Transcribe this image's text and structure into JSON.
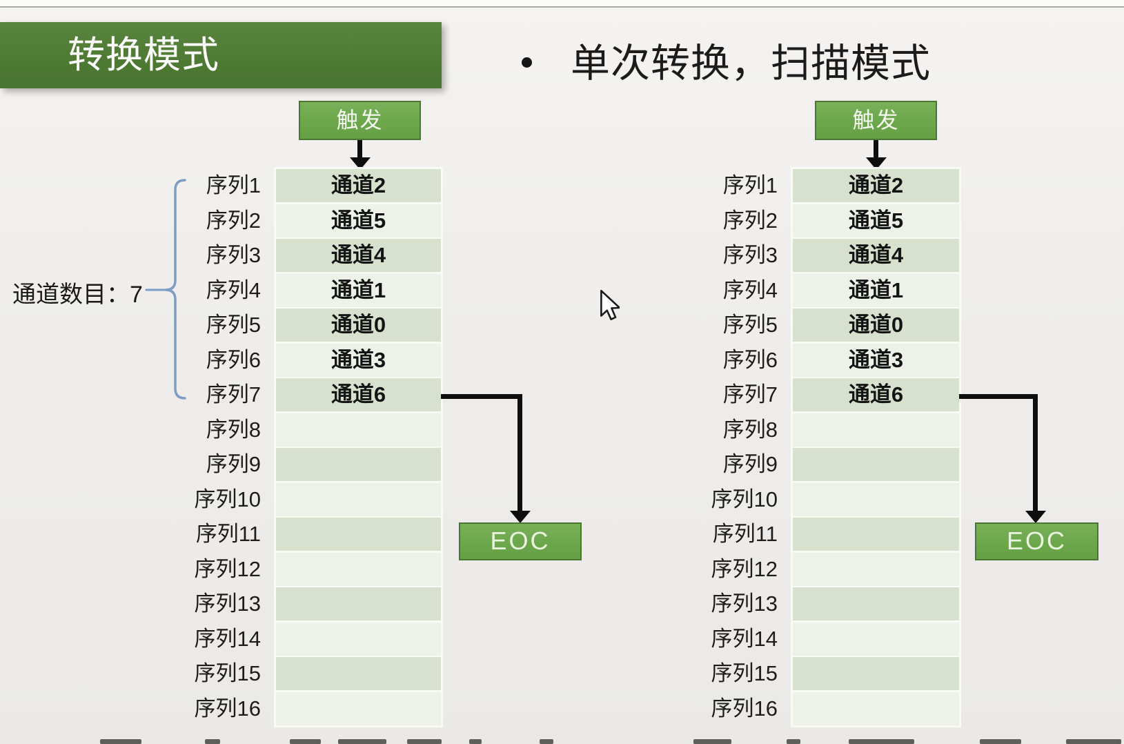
{
  "title": {
    "text": "转换模式"
  },
  "bullet": {
    "text": "单次转换，扫描模式"
  },
  "diagram": {
    "trigger_label": "触发",
    "eoc_label": "EOC",
    "sequence_labels": [
      "序列1",
      "序列2",
      "序列3",
      "序列4",
      "序列5",
      "序列6",
      "序列7",
      "序列8",
      "序列9",
      "序列10",
      "序列11",
      "序列12",
      "序列13",
      "序列14",
      "序列15",
      "序列16"
    ],
    "channels": [
      "通道2",
      "通道5",
      "通道4",
      "通道1",
      "通道0",
      "通道3",
      "通道6"
    ],
    "channel_count": 7
  },
  "annotation": {
    "text": "通道数目：7"
  },
  "icons": {
    "trigger_flow_arrow": "down-arrow-icon",
    "eoc_flow_arrow": "elbow-arrow-icon",
    "brace": "curly-brace-icon",
    "cursor": "mouse-pointer-icon"
  },
  "colors": {
    "banner_green": "#4e7a33",
    "button_green": "#6ca74c",
    "button_border_green": "#4b762f",
    "cell_dark": "#d8e1ce",
    "cell_light": "#edf1e8",
    "brace_blue": "#7d9dc5",
    "arrow_black": "#0e0e0e",
    "background": "#eeedec",
    "text_dark": "#1b1b1b",
    "text_white": "#fdfdfd"
  }
}
